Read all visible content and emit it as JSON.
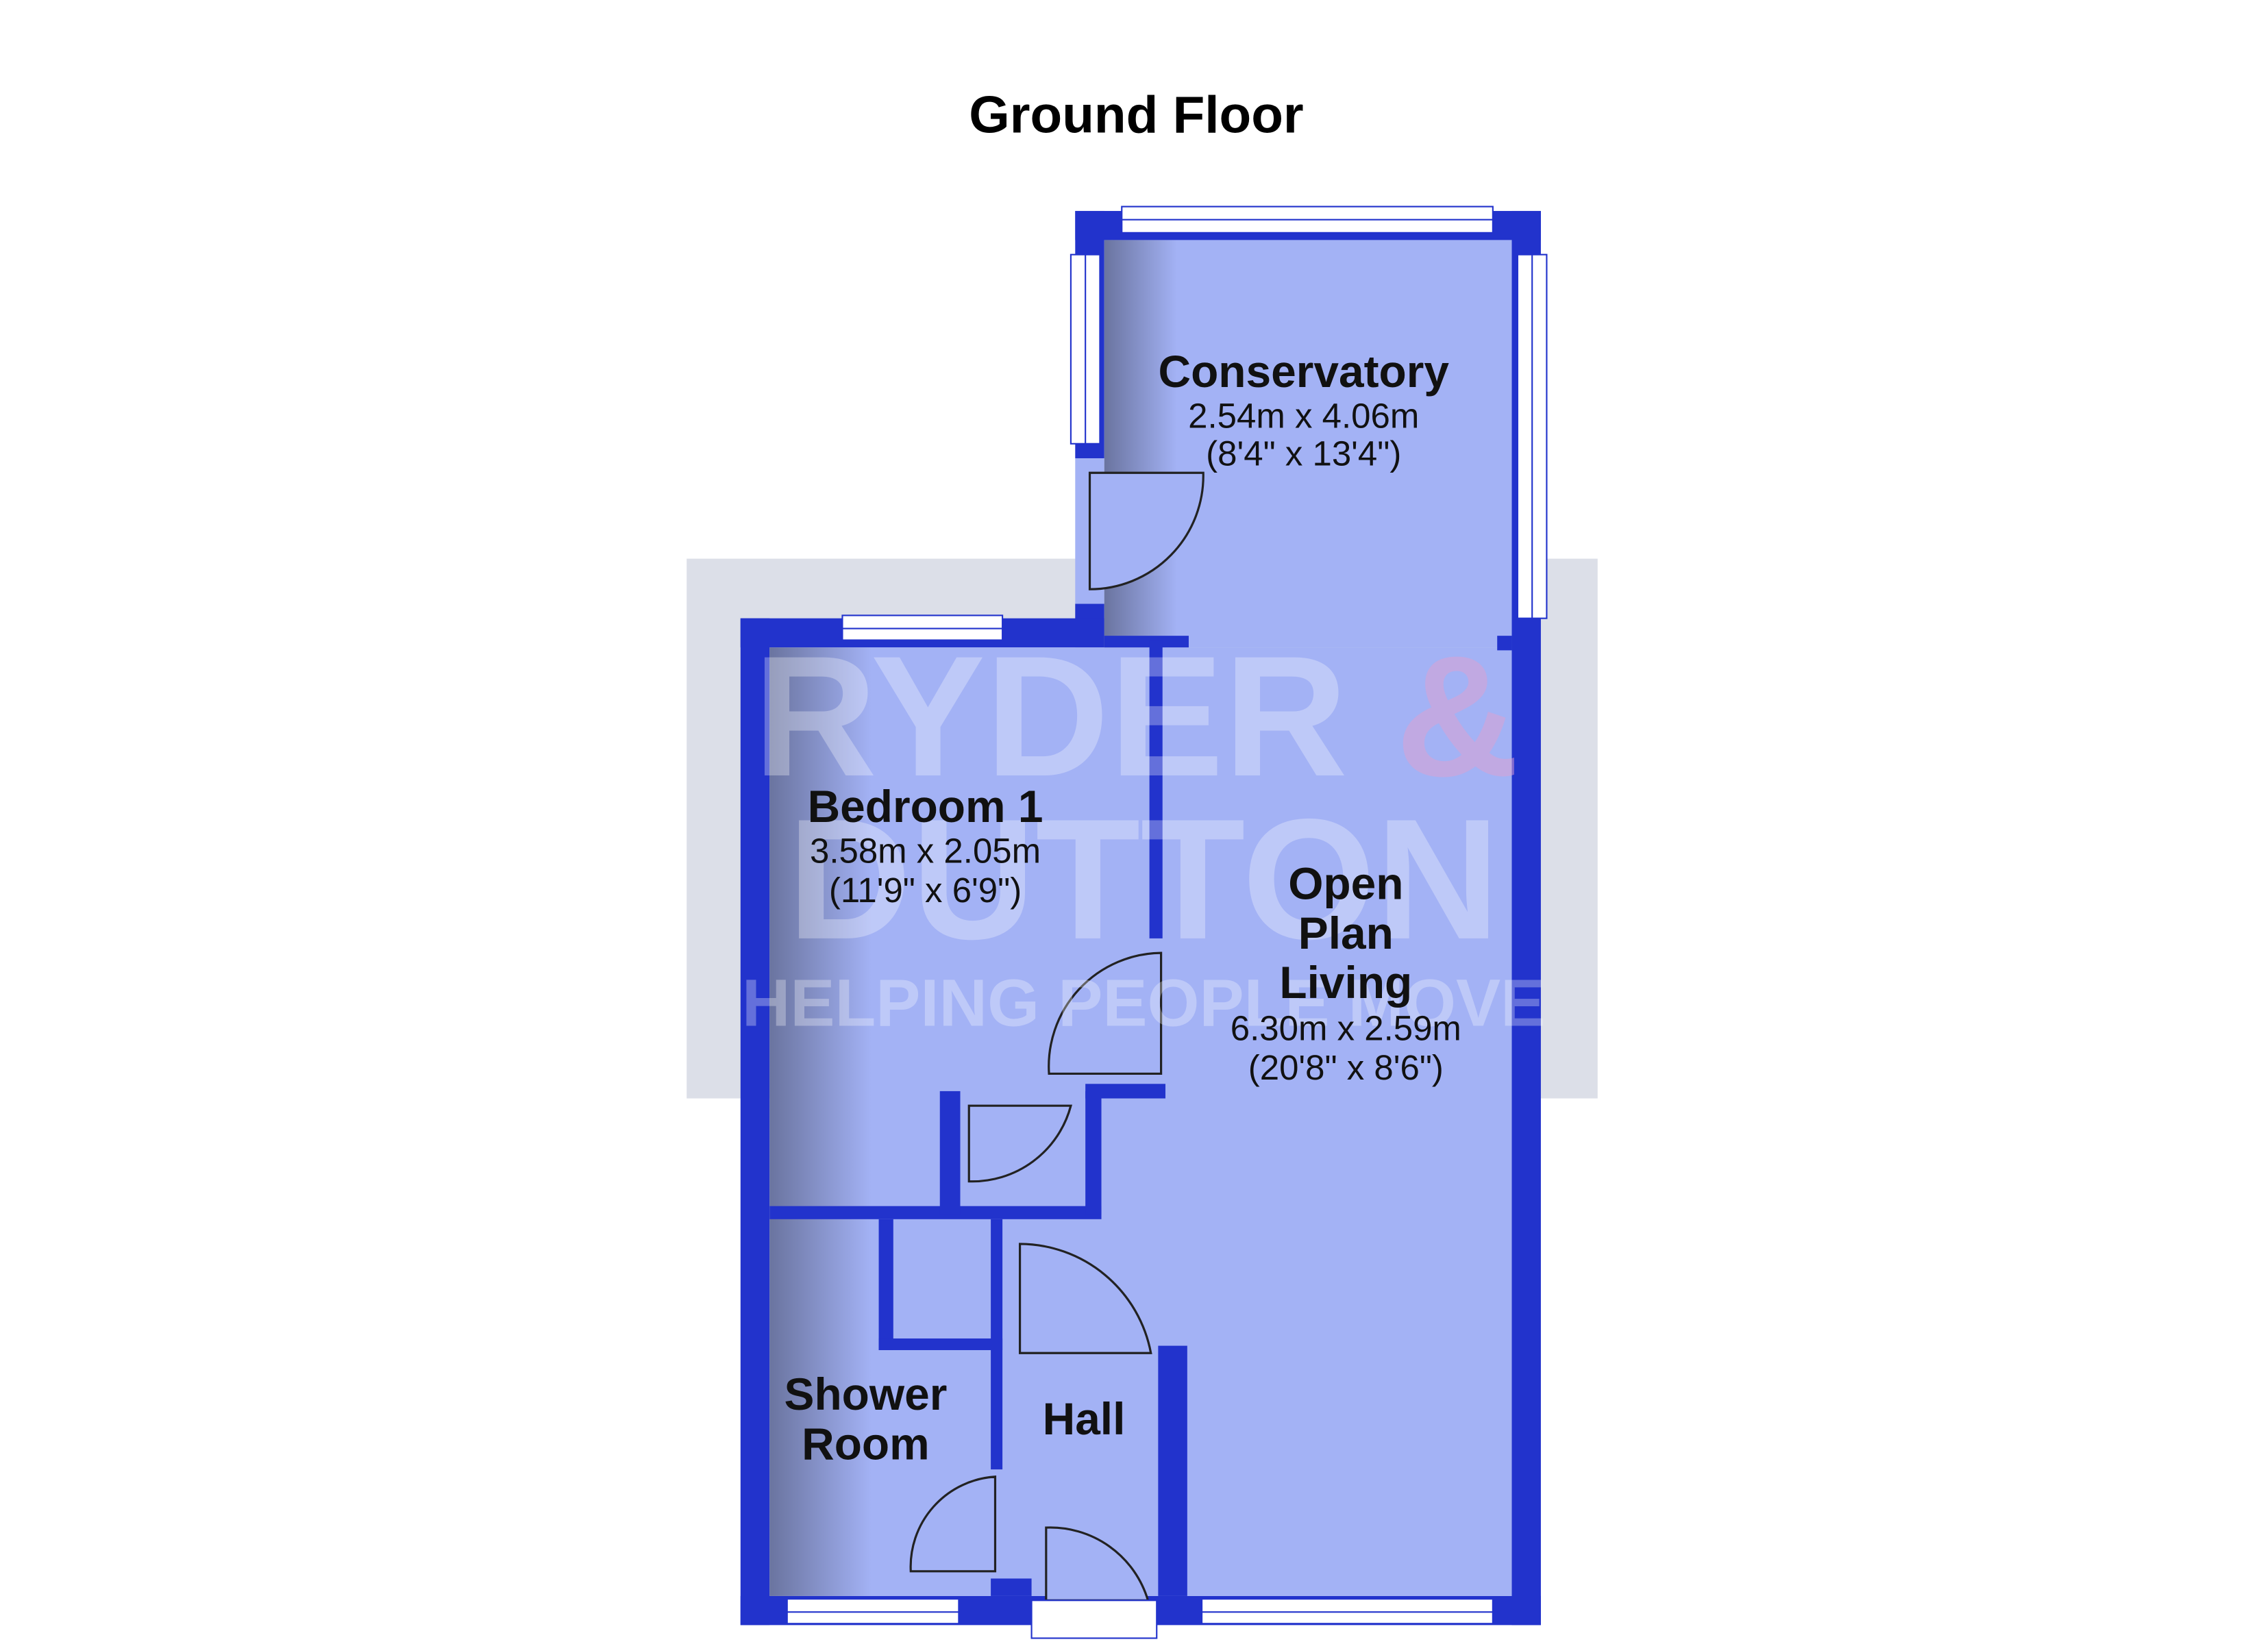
{
  "title": "Ground Floor",
  "rooms": {
    "conservatory": {
      "name": "Conservatory",
      "metric": "2.54m x 4.06m",
      "imperial": "(8'4\" x 13'4\")"
    },
    "bedroom1": {
      "name": "Bedroom 1",
      "metric": "3.58m x 2.05m",
      "imperial": "(11'9\" x 6'9\")"
    },
    "living": {
      "name_lines": [
        "Open",
        "Plan",
        "Living"
      ],
      "metric": "6.30m x 2.59m",
      "imperial": "(20'8\" x 8'6\")"
    },
    "shower": {
      "name_lines": [
        "Shower",
        "Room"
      ]
    },
    "hall": {
      "name": "Hall"
    }
  },
  "watermark": {
    "line1": "RYDER &",
    "line2": "DUTTON",
    "line3": "HELPING PEOPLE MOVE"
  },
  "colors": {
    "floor": "#a3b2f5",
    "wall": "#2233cc",
    "watermark_bg": "#dcdfe8",
    "ampersand": "#e0a0d0"
  }
}
